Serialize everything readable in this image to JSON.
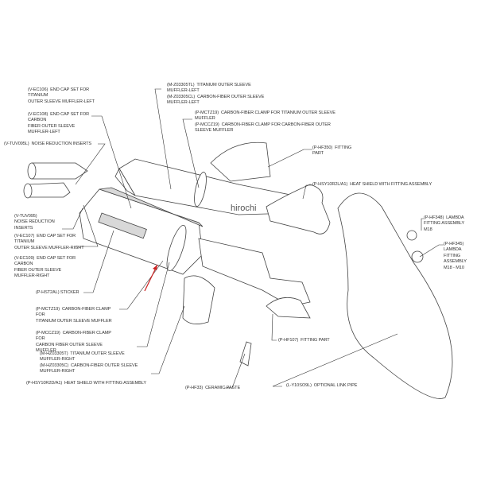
{
  "watermark": "hirochi",
  "labels": {
    "v_ec106": "(V-EC106)  END CAP SET FOR\nTITANIUM\nOUTER SLEEVE MUFFLER-LEFT",
    "v_ec108": "(V-EC108)  END CAP SET FOR\nCARBON\nFIBER OUTER SLEEVE\nMUFFLER-LEFT",
    "v_tuv095l": "(V-TUV095L)  NOISE REDUCTION INSERTS",
    "v_tuv095": "(V-TUV095)\nNOISE REDUCTION\nINSERTS",
    "v_ec107": "(V-EC107)  END CAP SET FOR\nTITANIUM\nOUTER SLEEVE MUFFLER-RIGHT",
    "v_ec109": "(V-EC109)  END CAP SET FOR\nCARBON\nFIBER OUTER SLEEVE\nMUFFLER-RIGHT",
    "p_hst2al": "(P-HST2AL) STICKER",
    "p_mctz19_right": "(P-MCTZ19)  CARBON-FIBER CLAMP\nFOR\nTITANIUM OUTER SLEEVE MUFFLER",
    "p_mccz19_right": "(P-MCCZ19)  CARBON-FIBER CLAMP\nFOR\nCARBON FIBER OUTER SLEEVE\nMUFFLER",
    "m_hz03305t": "(M-HZ03305T)  TITANIUM OUTER SLEEVE\nMUFFLER-RIGHT\n(M-HZ03305C)  CARBON-FIBER OUTER SLEEVE\nMUFFLER-RIGHT",
    "p_hsy102d": "(P-HSY10R2D/A1)  HEAT SHIELD WITH FITTING ASSEMBLY",
    "m_z03305tl": "(M-Z03305TL)  TITANIUM OUTER SLEEVE\nMUFFLER-LEFT\n(M-Z03305CL)  CARBON-FIBER OUTER SLEEVE\nMUFFLER-LEFT",
    "p_mctz19_left": "(P-MCTZ19)  CARBON-FIBER CLAMP FOR TITANIUM OUTER SLEEVE\nMUFFLER\n(P-MCCZ19)  CARBON-FIBER CLAMP FOR CARBON-FIBER OUTER\nSLEEVE MUFFLER",
    "p_hf350": "(P-HF350)  FITTING\nPART",
    "p_hsy10r2l": "(P-HSY10R2L/A1)  HEAT SHIELD WITH FITTING ASSEMBLY",
    "p_hf348": "(P-HF348)  LAMBDA\nFITTING ASSEMBLY\nM18",
    "p_hf345": "(P-HF345)\nLAMBDA\nFITTING\nASSEMBLY\nM18 - M10",
    "p_hf107": "(P-HF107)  FITTING PART",
    "p_hf33": "(P-HF33)  CERAMIC PASTE",
    "l_y10so9l": "(L-Y10SO9L)  OPTIONAL LINK PIPE"
  },
  "colors": {
    "line": "#333333",
    "arrow": "#cc2222"
  }
}
